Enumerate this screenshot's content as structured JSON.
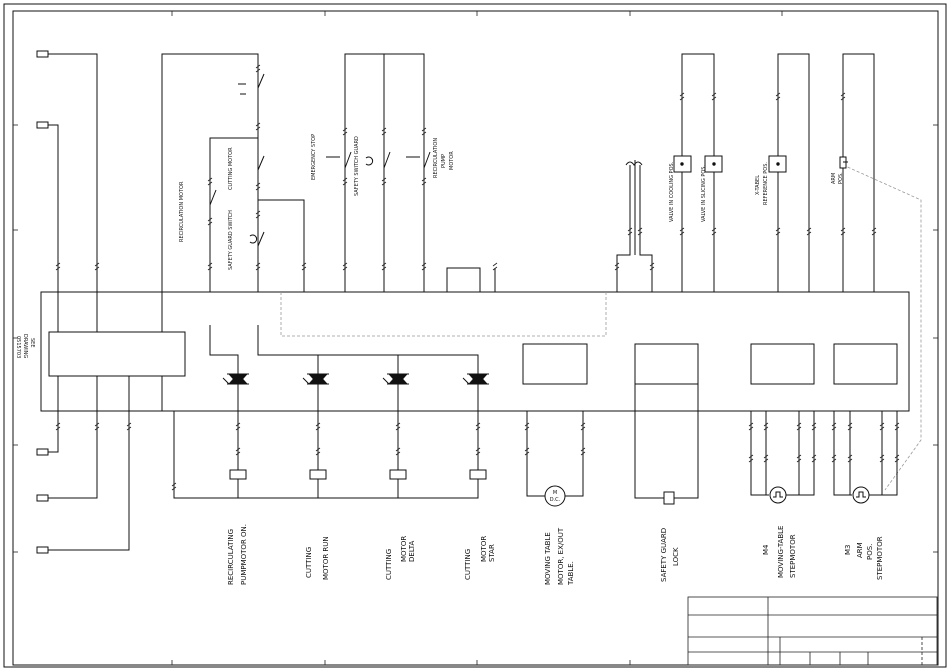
{
  "title_block": {
    "rows": 4
  },
  "side_label": [
    "SEE",
    "DRAWING",
    "0515703"
  ],
  "top_labels": {
    "recirc_motor": "RECIRCULATION MOTOR",
    "cutting_motor": "CUTTING MOTOR",
    "safety_guard_switch": "SAFETY GUARD SWITCH",
    "emergency_stop": "EMERGENCY STOP",
    "safety_switch_guard": "SAFETY SWITCH GUARD",
    "recirc_pump": [
      "RECIRCULATION",
      "PUMP",
      "MOTOR"
    ],
    "valve_cooling": "VALVE IN COOLING POS.",
    "valve_slicing": "VALVE IN SLICING POS.",
    "xtable_ref": [
      "X-TABEL",
      "REFERENCE POS."
    ],
    "arm_pos": [
      "ARM",
      "POS."
    ]
  },
  "outputs": [
    {
      "id": "recirc-pump-motor-on",
      "lines": [
        "RECIRCULATING",
        "PUMPMOTOR ON."
      ]
    },
    {
      "id": "cutting-motor-run",
      "lines": [
        "CUTTING",
        "MOTOR RUN"
      ]
    },
    {
      "id": "cutting-motor-delta",
      "lines": [
        "CUTTING",
        "MOTOR",
        "DELTA"
      ]
    },
    {
      "id": "cutting-motor-star",
      "lines": [
        "CUTTING",
        "MOTOR",
        "STAR"
      ]
    },
    {
      "id": "moving-table-motor",
      "lines": [
        "MOVING TABLE",
        "MOTOR, EX/OUT",
        "TABLE."
      ]
    },
    {
      "id": "safety-guard-lock",
      "lines": [
        "SAFETY GUARD",
        "LOCK"
      ]
    },
    {
      "id": "m4-moving-table-stepmotor",
      "lines": [
        "M4",
        "MOVING-TABLE",
        "STEPMOTOR"
      ]
    },
    {
      "id": "m3-arm-pos-stepmotor",
      "lines": [
        "M3",
        "ARM",
        "POS.",
        "STEPMOTOR"
      ]
    }
  ],
  "motor_text": {
    "m": "M",
    "dc": "D.C."
  }
}
